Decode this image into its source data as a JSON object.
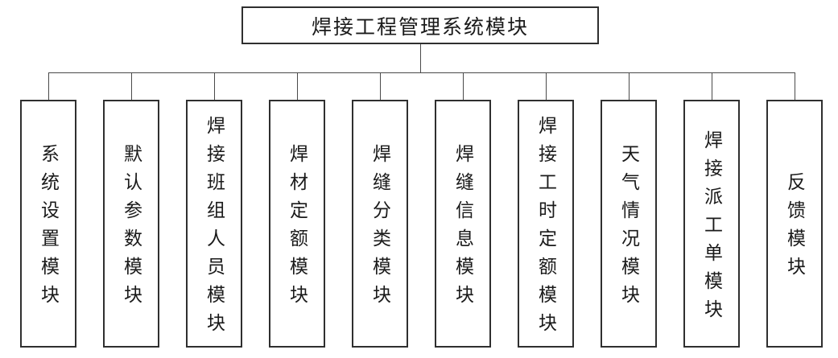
{
  "diagram": {
    "title": "焊接工程管理系统模块",
    "root": {
      "label": "焊接工程管理系统模块"
    },
    "modules": [
      {
        "label": "系统设置模块"
      },
      {
        "label": "默认参数模块"
      },
      {
        "label": "焊接班组人员模块"
      },
      {
        "label": "焊材定额模块"
      },
      {
        "label": "焊缝分类模块"
      },
      {
        "label": "焊缝信息模块"
      },
      {
        "label": "焊接工时定额模块"
      },
      {
        "label": "天气情况模块"
      },
      {
        "label": "焊接派工单模块"
      },
      {
        "label": "反馈模块"
      }
    ],
    "colors": {
      "background": "#ffffff",
      "box_border": "#2f2f2f",
      "connector_line": "#4a4a4a",
      "text": "#1a1a1a"
    }
  }
}
